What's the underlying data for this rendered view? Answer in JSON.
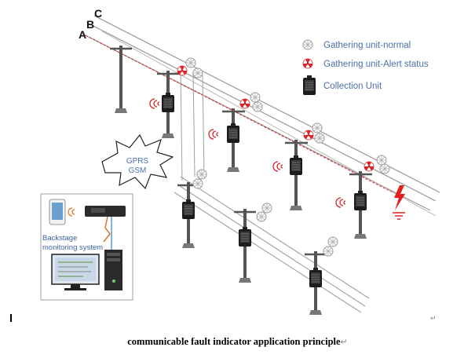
{
  "diagram": {
    "phase_labels": [
      "A",
      "B",
      "C"
    ],
    "legend": [
      {
        "icon": "gathering-unit-normal-icon",
        "label": "Gathering unit-normal"
      },
      {
        "icon": "gathering-unit-alert-icon",
        "label": "Gathering unit-Alert status"
      },
      {
        "icon": "collection-unit-icon",
        "label": "Collection Unit"
      }
    ],
    "gprs": {
      "line1": "GPRS",
      "line2": "GSM"
    },
    "backstage": {
      "line1": "Backstage",
      "line2": "monitoring system"
    },
    "colors": {
      "alert": "#d9242b",
      "accent_text": "#4a6fa8",
      "fault": "#e41d1d",
      "line": "#9a9a9a",
      "unit": "#1a1a1a"
    }
  },
  "caption": {
    "text": "communicable fault indicator application principle",
    "mark": "↵"
  },
  "return_mark": "↵"
}
